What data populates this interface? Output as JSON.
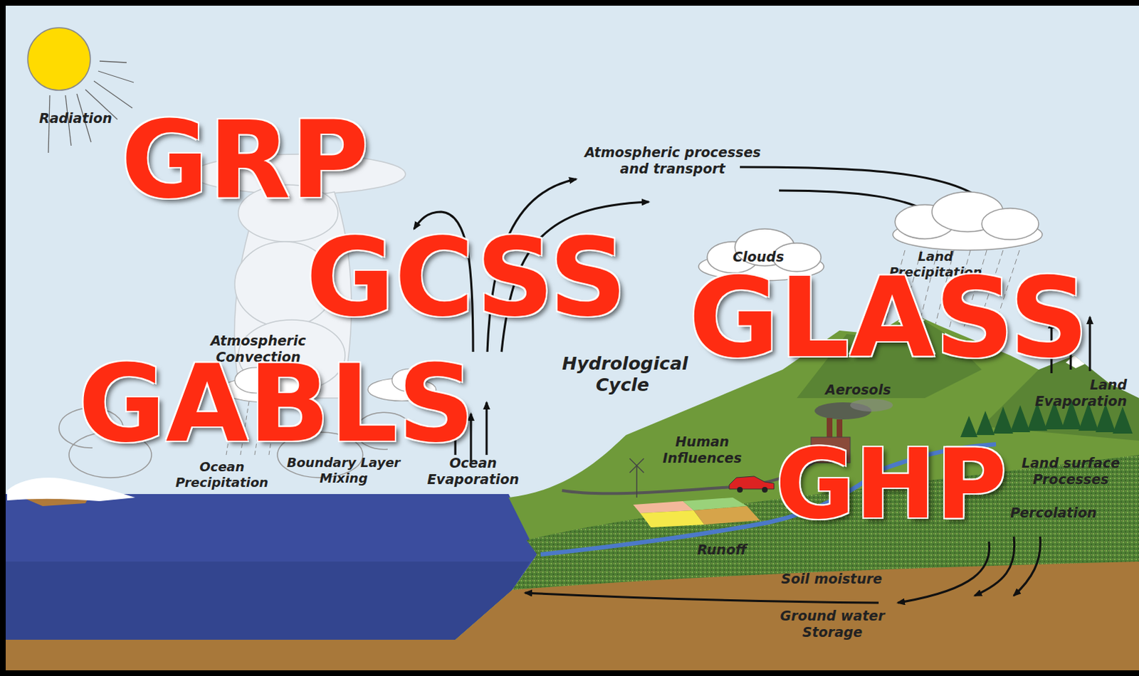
{
  "diagram": {
    "labels": [
      "Radiation",
      "GRP",
      "Atmospheric processes and transport",
      "Clouds",
      "GCSS",
      "Land Precipitation",
      "Hydrological Cycle",
      "GLASS",
      "Atmospheric Convection",
      "Aerosols",
      "Land Evaporation",
      "GABLS",
      "Ocean Precipitation",
      "Boundary Layer Mixing",
      "Ocean Evaporation",
      "Human Influences",
      "Land surface Processes",
      "GHP",
      "Percolation",
      "Runoff",
      "Soil moisture",
      "Ground water Storage"
    ]
  }
}
